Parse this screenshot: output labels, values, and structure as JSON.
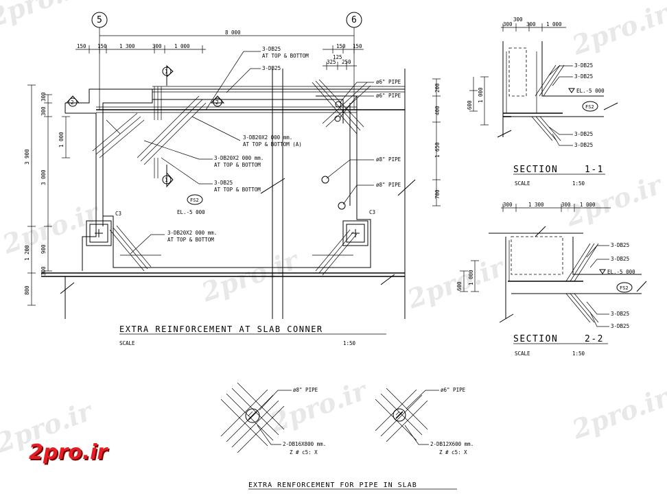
{
  "logo": "2pro.ir",
  "grid_marks": [
    "5",
    "6"
  ],
  "plan": {
    "title": "EXTRA REINFORCEMENT AT SLAB CONNER",
    "scale_label": "SCALE",
    "scale_value": "1:50",
    "top_dims": [
      "8 000",
      "150",
      "150",
      "1 300",
      "300",
      "1 000",
      "325",
      "125",
      "250",
      "150",
      "150"
    ],
    "left_dims": [
      "3 900",
      "3 000",
      "1 000",
      "300",
      "300",
      "1 200",
      "900",
      "300",
      "800"
    ],
    "right_dims": [
      "200",
      "400",
      "1 650",
      "700"
    ],
    "labels": {
      "top_a": "3-DB25",
      "top_a2": "AT TOP & BOTTOM",
      "top_b": "3-DB25",
      "mid": "3-DB20X2 000 mm.",
      "mid2": "AT TOP & BOTTOM (A)",
      "left_a": "3-DB20X2 000 mm.",
      "left_a2": "AT TOP & BOTTOM",
      "left_b": "3-DB25",
      "left_b2": "AT TOP & BOTTOM",
      "bottom": "3-DB20X2 000 mm.",
      "bottom2": "AT TOP & BOTTOM",
      "pipe1": "ø6\" PIPE",
      "pipe2": "ø6\" PIPE",
      "pipe3": "ø8\" PIPE",
      "pipe4": "ø8\" PIPE",
      "elev": "EL.-5 000",
      "fs": "FS2",
      "col_left": "C3",
      "col_right": "C3",
      "marker1": "1",
      "marker2": "2",
      "marker3": "2",
      "marker4": "1"
    }
  },
  "section1": {
    "title": "SECTION",
    "number": "1-1",
    "scale_label": "SCALE",
    "scale_value": "1:50",
    "top_dims": [
      "300",
      "300",
      "300",
      "1 000"
    ],
    "side_dims": [
      "1 000",
      "600"
    ],
    "labels": [
      "3-DB25",
      "3-DB25",
      "EL.-5 000",
      "FS2",
      "3-DB25",
      "3-DB25"
    ]
  },
  "section2": {
    "title": "SECTION",
    "number": "2-2",
    "scale_label": "SCALE",
    "scale_value": "1:50",
    "top_dims": [
      "300",
      "1 300",
      "300",
      "1 000"
    ],
    "side_dims": [
      "1 000",
      "600"
    ],
    "labels": [
      "3-DB25",
      "3-DB25",
      "EL.-5 000",
      "FS2",
      "3-DB25",
      "3-DB25"
    ]
  },
  "pipe_detail": {
    "title": "EXTRA RENFORCEMENT FOR PIPE IN SLAB",
    "left_pipe": "ø8\" PIPE",
    "left_bar": "2-DB16X800 mm.",
    "left_note": "Z # c5: X",
    "right_pipe": "ø6\" PIPE",
    "right_bar": "2-DB12X600 mm.",
    "right_note": "Z # c5: X"
  }
}
